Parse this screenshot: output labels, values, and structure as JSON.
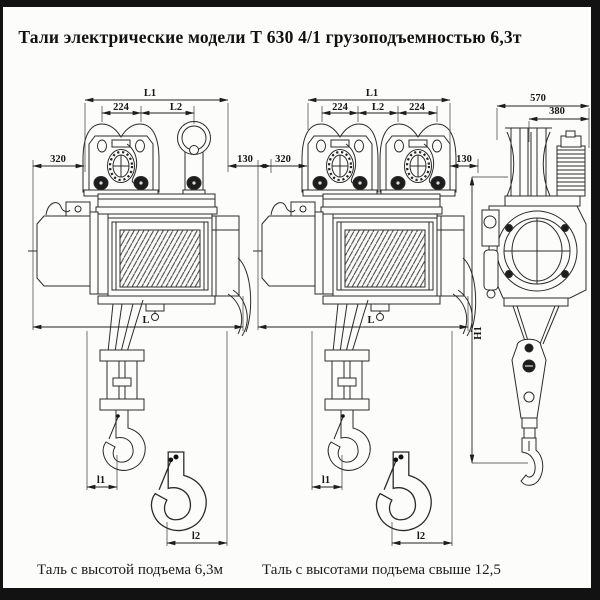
{
  "title": "Тали электрические модели Т 630 4/1 грузоподъемностью 6,3т",
  "captions": {
    "left": "Таль с высотой подъема 6,3м",
    "right": "Таль с высотами подъема свыше 12,5"
  },
  "drawing_front_63": {
    "dims": {
      "overall_top": "L1",
      "wheelbase": "224",
      "spacing": "L2",
      "left_overhang": "320",
      "right_overhang": "130",
      "overall_length": "L",
      "hook_offset1": "l1",
      "hook_offset2": "l2"
    }
  },
  "drawing_front_125": {
    "dims": {
      "overall_top": "L1",
      "wheelbase_left": "224",
      "spacing": "L2",
      "wheelbase_right": "224",
      "left_overhang": "320",
      "right_overhang": "130",
      "overall_length": "L",
      "hook_offset1": "l1",
      "hook_offset2": "l2"
    }
  },
  "drawing_side": {
    "dims": {
      "overall_width": "570",
      "body_width": "380",
      "height": "H1"
    }
  }
}
